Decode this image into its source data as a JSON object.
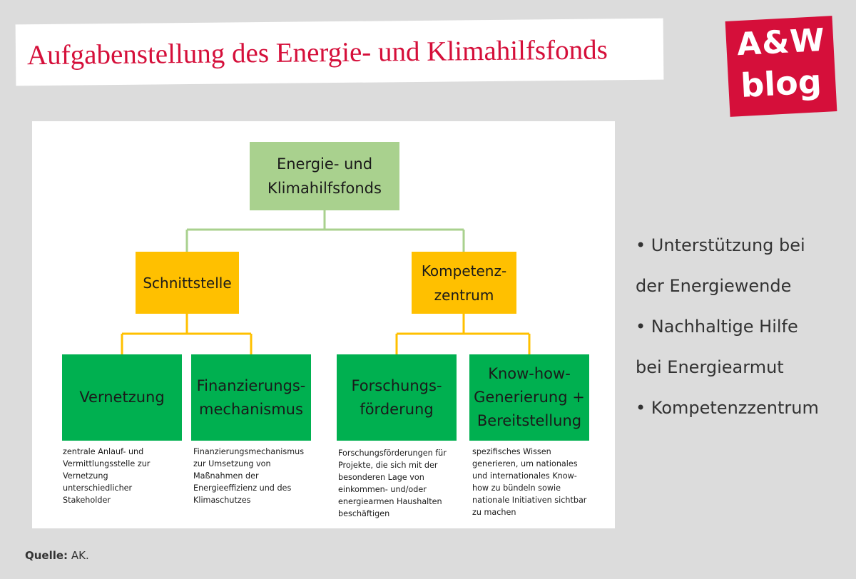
{
  "title": "Aufgabenstellung des Energie- und Klimahilfsfonds",
  "logo": {
    "line1": "A&W",
    "line2": "blog",
    "color": "#d50f3a"
  },
  "diagram": {
    "root": "Energie- und\nKlimahilfsfonds",
    "branches": [
      {
        "label": "Schnittstelle",
        "children": [
          {
            "label": "Vernetzung",
            "description": "zentrale Anlauf- und\nVermittlungsstelle zur\nVernetzung\nunterschiedlicher\nStakeholder"
          },
          {
            "label": "Finanzierungs-\nmechanismus",
            "description": "Finanzierungsmechanismus\nzur Umsetzung von\nMaßnahmen der\nEnergieeffizienz und des\nKlimaschutzes"
          }
        ]
      },
      {
        "label": "Kompetenz-\nzentrum",
        "children": [
          {
            "label": "Forschungs-\nförderung",
            "description": "Forschungsförderungen für\nProjekte, die sich mit der\nbesonderen Lage von\neinkommen- und/oder\nenergiearmen Haushalten\nbeschäftigen"
          },
          {
            "label": "Know-how-\nGenerierung +\nBereitstellung",
            "description": "spezifisches Wissen\ngenerieren, um nationales\nund internationales Know-\nhow zu bündeln sowie\nnationale Initiativen sichtbar\nzu machen"
          }
        ]
      }
    ],
    "colors": {
      "root": "#a9d18e",
      "middle": "#ffc000",
      "leaf": "#00b050"
    }
  },
  "bullets": [
    "• Unterstützung bei",
    "der Energiewende",
    "• Nachhaltige Hilfe",
    "bei Energiearmut",
    "• Kompetenzzentrum"
  ],
  "source": {
    "label": "Quelle:",
    "value": "AK."
  }
}
